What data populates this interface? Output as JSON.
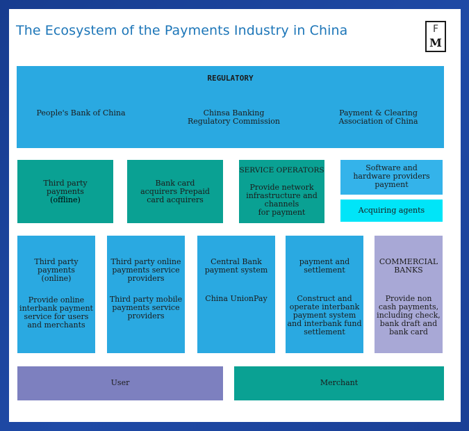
{
  "title": "The Ecosystem of the Payments Industry in China",
  "logo": {
    "top": "F",
    "bottom": "M"
  },
  "regulatory": {
    "heading": "REGULATORY",
    "items": [
      "People's Bank of China",
      "Chinsa Banking\nRegulatory Commission",
      "Payment & Clearing\nAssociation of China"
    ]
  },
  "row2": {
    "third_party_offline": {
      "line1": "Third party\npayments",
      "line2": "(offline)"
    },
    "bank_card": "Bank card\nacquirers Prepaid\ncard acquirers",
    "service_operators": {
      "heading": "SERVICE OPERATORS",
      "text": "Provide network\ninfrastructure and\nchannels\nfor payment"
    },
    "software": "Software and\nhardware providers\npayment",
    "acquiring_agents": "Acquiring agents"
  },
  "row3": {
    "third_party_online": {
      "heading": "Third party\npayments\n(online)",
      "text": "Provide online\ninterbank payment\nservice for users\nand merchants"
    },
    "online_providers": {
      "heading": "Third party online\npayments service\nproviders",
      "text": "Third party mobile\npayments service\nproviders"
    },
    "central_bank": {
      "heading": "Central Bank\npayment system",
      "text": "China UnionPay"
    },
    "settlement": {
      "heading": "payment and\nsettlement",
      "text": "Construct and\noperate interbank\npayment system\nand interbank fund\nsettlement"
    },
    "commercial_banks": {
      "heading": "COMMERCIAL\nBANKS",
      "text": "Provide non\ncash payments,\nincluding check,\nbank draft and\nbank card"
    }
  },
  "bottom": {
    "user": "User",
    "merchant": "Merchant"
  }
}
